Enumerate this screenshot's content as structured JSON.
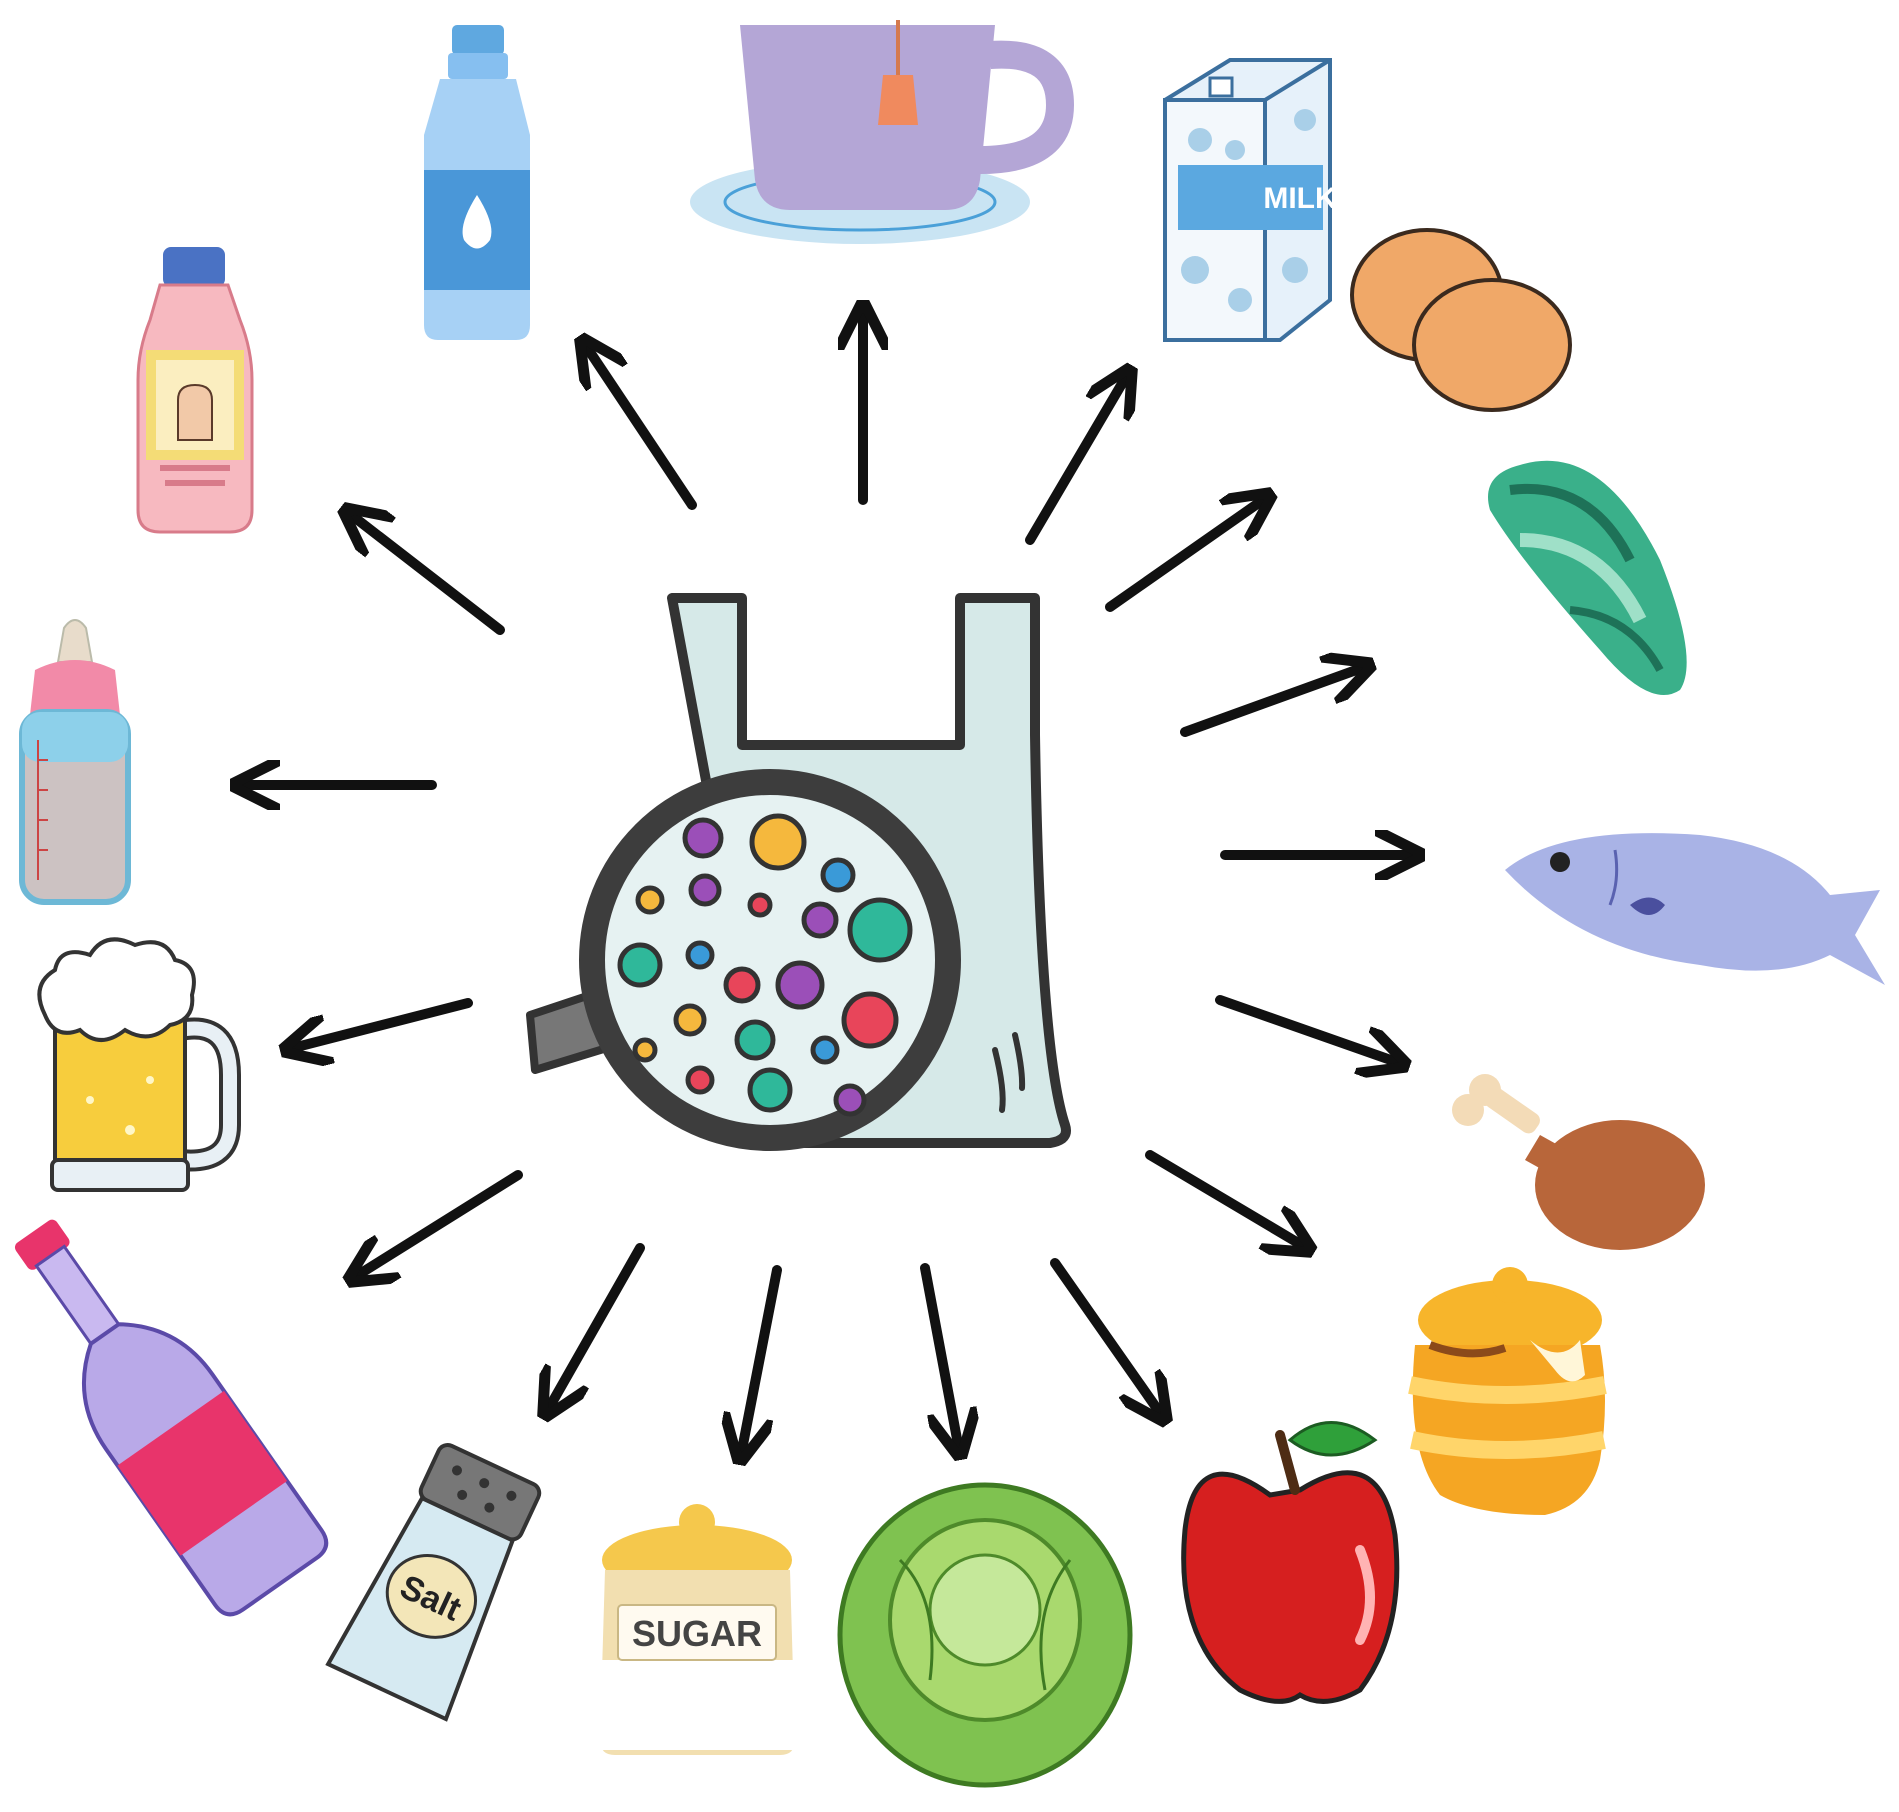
{
  "diagram": {
    "center": {
      "name": "plastic-bag-with-magnifier",
      "colors": {
        "bag": "#d6e9e8",
        "bag_outline": "#333333",
        "lens_ring": "#3d3d3d",
        "lens_bg": "#e6f2f2",
        "particles": [
          "#9b4fb8",
          "#f5b83d",
          "#2fb89a",
          "#e8455a",
          "#3a9ad8"
        ]
      }
    },
    "items": [
      {
        "id": "water-bottle",
        "icon": "water-bottle-icon",
        "color": "#9cc9ee"
      },
      {
        "id": "tea-cup",
        "icon": "tea-cup-icon",
        "color": "#b4a6d6"
      },
      {
        "id": "milk-carton",
        "icon": "milk-carton-icon",
        "color": "#a9cfe8",
        "label": "MILK"
      },
      {
        "id": "eggs",
        "icon": "eggs-icon",
        "color": "#f0a868"
      },
      {
        "id": "mussel",
        "icon": "mussel-icon",
        "color": "#3ab08a"
      },
      {
        "id": "fish",
        "icon": "fish-icon",
        "color": "#a9b3e6"
      },
      {
        "id": "chicken-leg",
        "icon": "chicken-leg-icon",
        "color": "#b8663a"
      },
      {
        "id": "honey-pot",
        "icon": "honey-pot-icon",
        "color": "#f5a623"
      },
      {
        "id": "apple",
        "icon": "apple-icon",
        "color": "#d61f1f"
      },
      {
        "id": "cabbage",
        "icon": "cabbage-icon",
        "color": "#7fc250"
      },
      {
        "id": "sugar-jar",
        "icon": "sugar-jar-icon",
        "color": "#f2dfb0",
        "label": "SUGAR"
      },
      {
        "id": "salt-shaker",
        "icon": "salt-shaker-icon",
        "color": "#d6eaf2",
        "label": "Salt"
      },
      {
        "id": "wine-bottle",
        "icon": "wine-bottle-icon",
        "color": "#b9a9e8"
      },
      {
        "id": "beer-mug",
        "icon": "beer-mug-icon",
        "color": "#f7cd3d"
      },
      {
        "id": "baby-bottle",
        "icon": "baby-bottle-icon",
        "color": "#f28aa8"
      },
      {
        "id": "energy-drink",
        "icon": "energy-drink-icon",
        "color": "#f7b9c0"
      }
    ],
    "arrow_color": "#111111"
  }
}
